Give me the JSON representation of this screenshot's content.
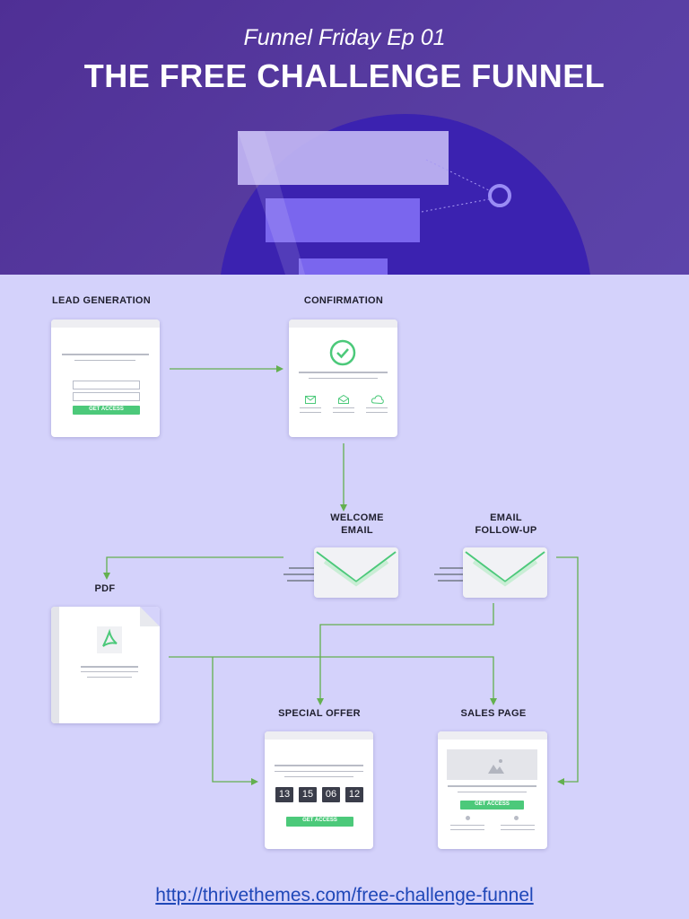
{
  "header": {
    "subtitle": "Funnel Friday Ep 01",
    "title": "THE FREE CHALLENGE FUNNEL"
  },
  "steps": {
    "lead_generation": {
      "label": "LEAD GENERATION",
      "button": "GET ACCESS"
    },
    "confirmation": {
      "label": "CONFIRMATION"
    },
    "welcome_email": {
      "label_line1": "WELCOME",
      "label_line2": "EMAIL"
    },
    "email_followup": {
      "label_line1": "EMAIL",
      "label_line2": "FOLLOW-UP"
    },
    "pdf": {
      "label": "PDF"
    },
    "special_offer": {
      "label": "SPECIAL OFFER",
      "countdown": [
        "13",
        "15",
        "06",
        "12"
      ],
      "button": "GET ACCESS"
    },
    "sales_page": {
      "label": "SALES PAGE",
      "button": "GET ACCESS"
    }
  },
  "footer": {
    "url": "http://thrivethemes.com/free-challenge-funnel"
  },
  "colors": {
    "hero_bg": "#52359c",
    "section_bg": "#d5d3fb",
    "arrow": "#63b04f",
    "accent_green": "#4cc97a"
  }
}
